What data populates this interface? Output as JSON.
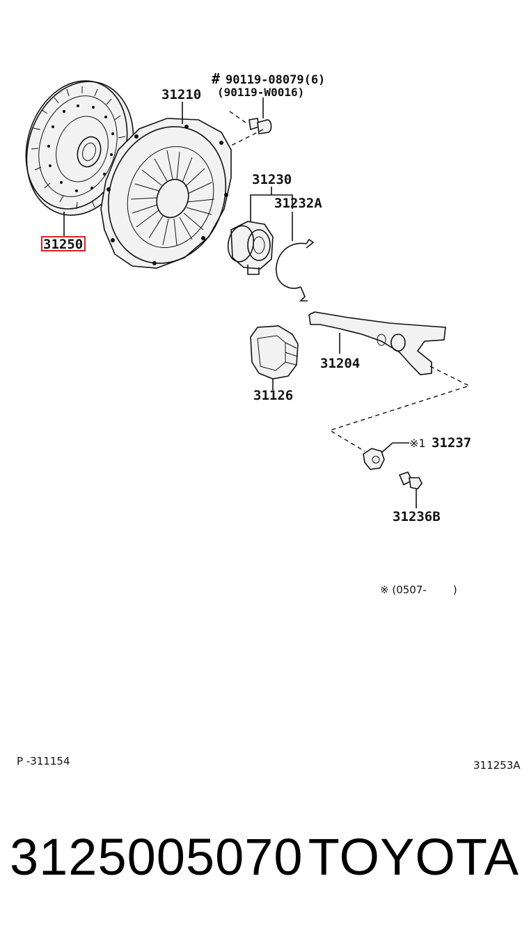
{
  "diagram": {
    "labels": {
      "bolt_mark": "#",
      "bolt_main": "90119-08079(6)",
      "bolt_alt": "(90119-W0016)",
      "cover": "31210",
      "disc": "31250",
      "bearing": "31230",
      "clip": "31232A",
      "boot": "31126",
      "fork": "31204",
      "pivot_mark": "※1",
      "pivot": "31237",
      "stud": "31236B"
    },
    "note": "※ (0507-        )",
    "ref_left": "P -311154",
    "ref_right": "311253A",
    "highlight_color": "#e02020"
  },
  "footer": {
    "part_number": "3125005070",
    "brand": "TOYOTA"
  }
}
